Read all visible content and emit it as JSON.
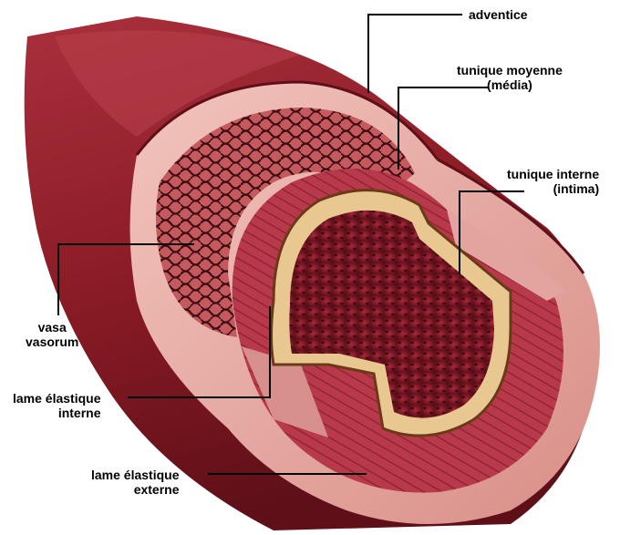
{
  "labels": {
    "adventice": "adventice",
    "media_line1": "tunique moyenne",
    "media_line2": "(média)",
    "intima_line1": "tunique interne",
    "intima_line2": "(intima)",
    "vasa_line1": "vasa",
    "vasa_line2": "vasorum",
    "lei_line1": "lame élastique",
    "lei_line2": "interne",
    "lee_line1": "lame élastique",
    "lee_line2": "externe"
  },
  "colors": {
    "background": "#ffffff",
    "adventitia": "#8c1c26",
    "adventitia_dark": "#5e0f18",
    "media": "#b83a4a",
    "media_cut": "#e6a8a2",
    "intima_band": "#e8c890",
    "lumen": "#7a1420",
    "leader_line": "#000000"
  }
}
